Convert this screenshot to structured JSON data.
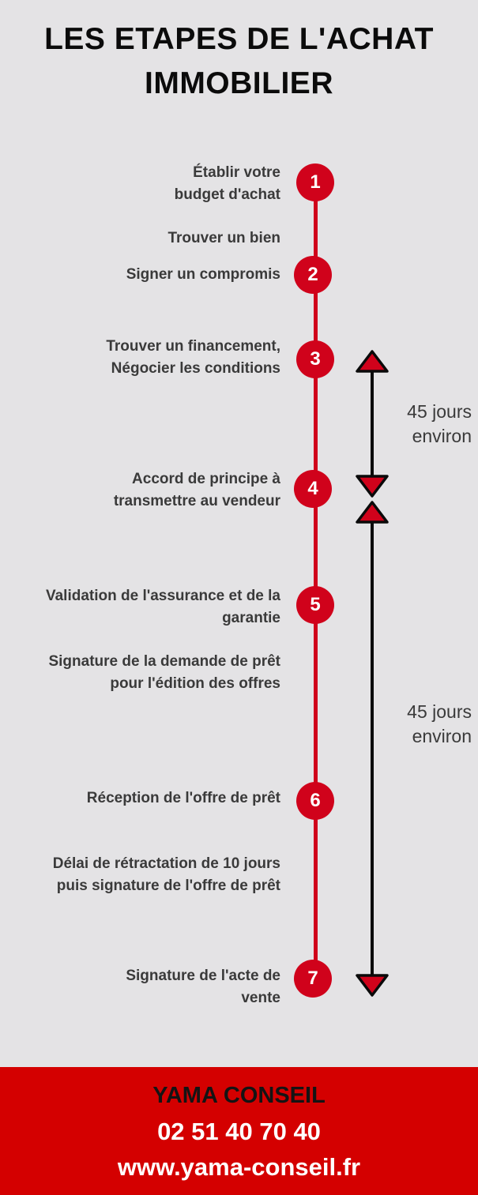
{
  "title": {
    "line1": "LES ETAPES DE L'ACHAT",
    "line2": "IMMOBILIER"
  },
  "steps": [
    {
      "number": "1",
      "label_lines": [
        "Établir votre",
        "budget d'achat"
      ]
    },
    {
      "number": "",
      "label_lines": [
        "Trouver un bien"
      ]
    },
    {
      "number": "2",
      "label_lines": [
        "Signer un compromis"
      ]
    },
    {
      "number": "3",
      "label_lines": [
        "Trouver un financement,",
        "Négocier les conditions"
      ]
    },
    {
      "number": "4",
      "label_lines": [
        "Accord de principe à",
        "transmettre au vendeur"
      ]
    },
    {
      "number": "5",
      "label_lines": [
        "Validation de l'assurance et de la",
        "garantie"
      ]
    },
    {
      "number": "",
      "label_lines": [
        "Signature de la demande de prêt",
        "pour l'édition des offres"
      ]
    },
    {
      "number": "6",
      "label_lines": [
        "Réception de l'offre de prêt"
      ]
    },
    {
      "number": "",
      "label_lines": [
        "Délai de rétractation de 10 jours",
        "puis signature de l'offre de prêt"
      ]
    },
    {
      "number": "7",
      "label_lines": [
        "Signature de l'acte de",
        "vente"
      ]
    }
  ],
  "durations": [
    {
      "line1": "45 jours",
      "line2": "environ"
    },
    {
      "line1": "45 jours",
      "line2": "environ"
    }
  ],
  "footer": {
    "company": "YAMA CONSEIL",
    "phone": "02 51 40 70 40",
    "website": "www.yama-conseil.fr"
  },
  "colors": {
    "accent_red": "#d0021b",
    "footer_red": "#d40000",
    "background": "#e4e3e5",
    "arrow_black": "#0a0a0a"
  }
}
